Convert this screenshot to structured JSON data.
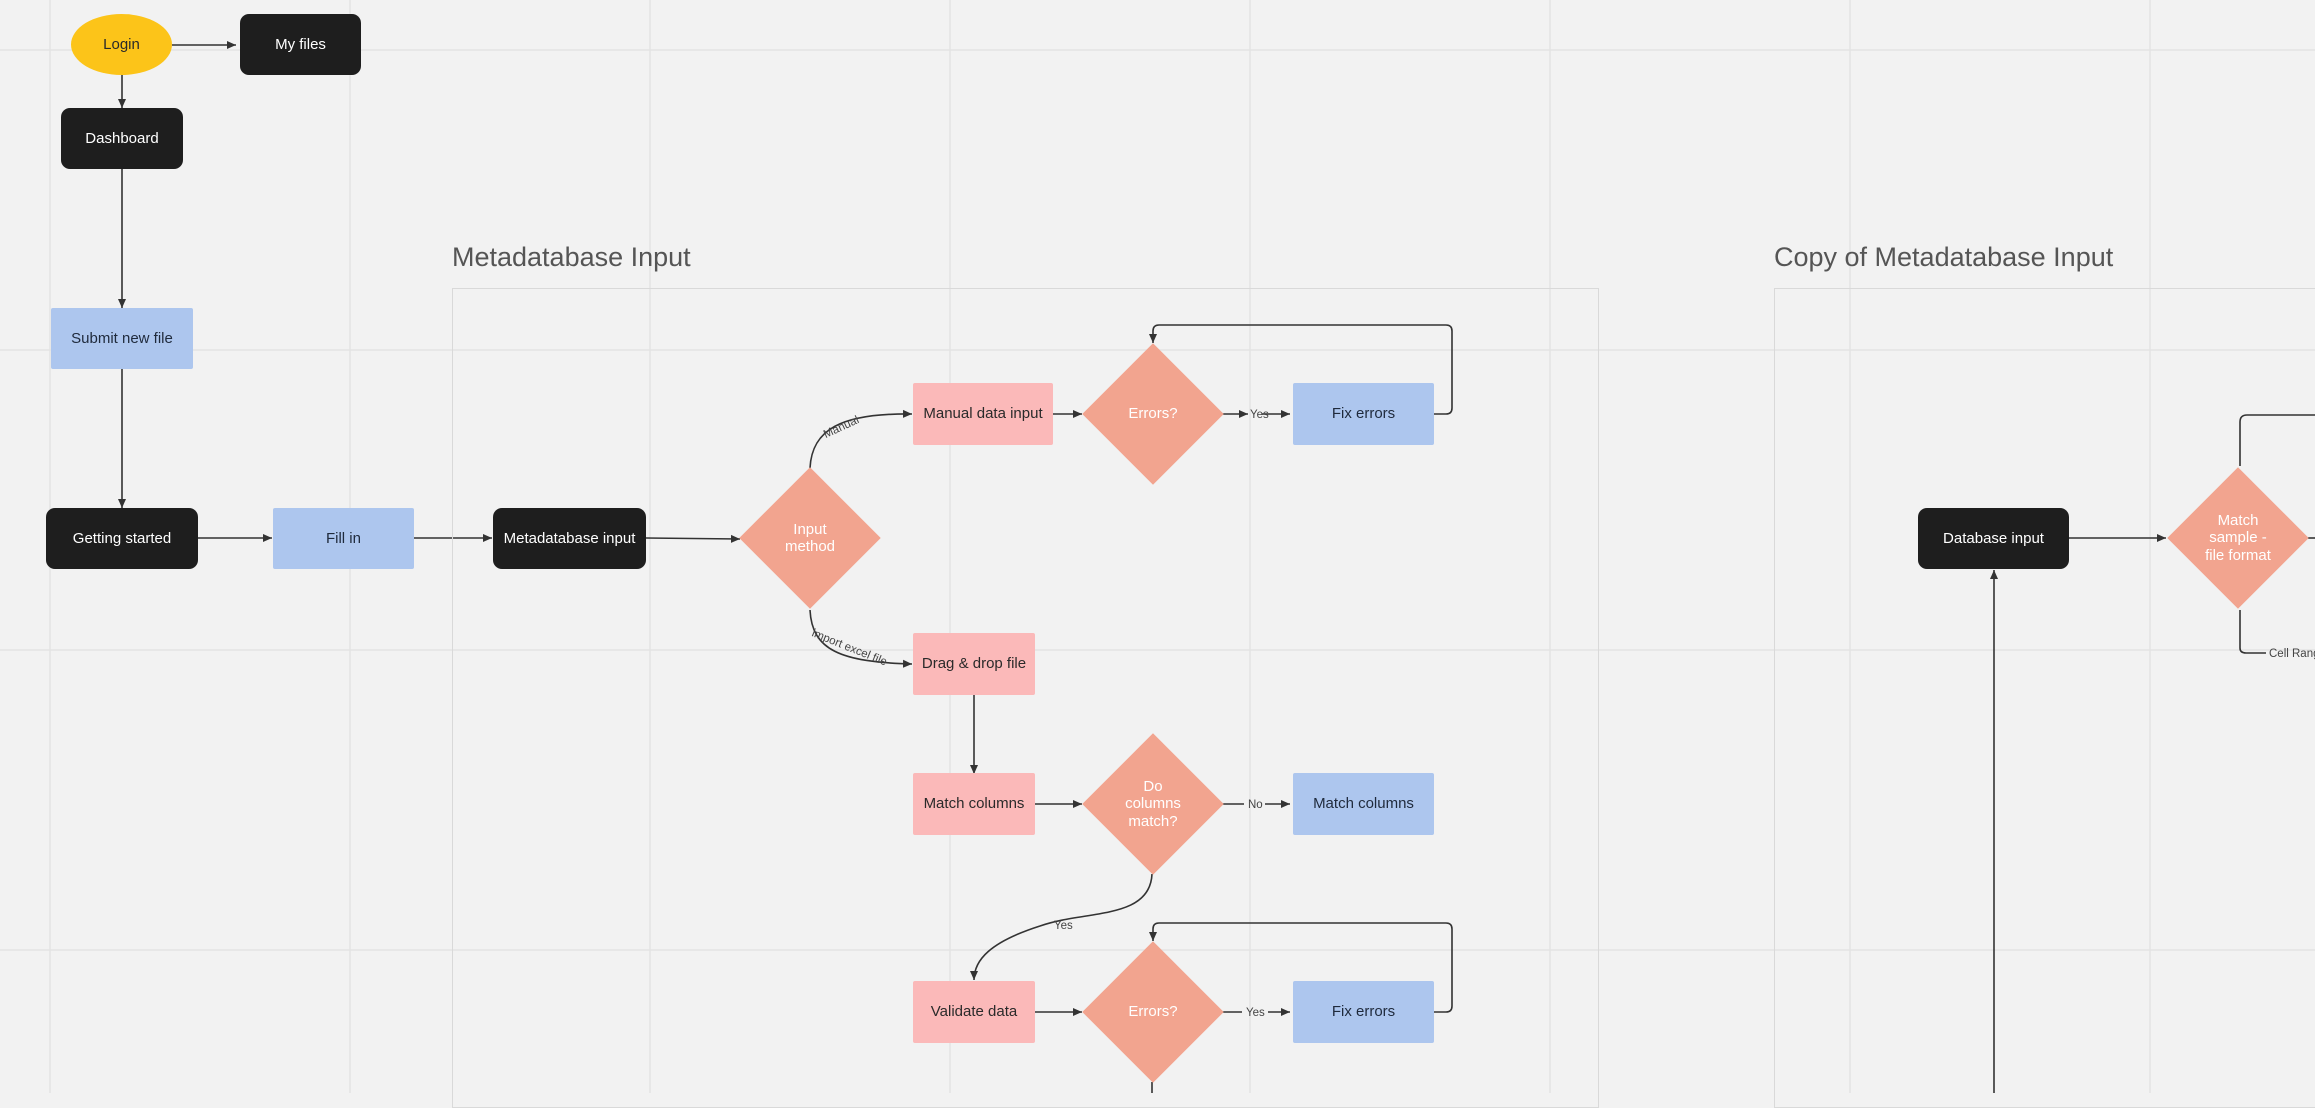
{
  "frames": {
    "metadatabase_title": "Metadatabase Input",
    "copy_title": "Copy of Metadatabase Input"
  },
  "nodes": {
    "login": "Login",
    "my_files": "My files",
    "dashboard": "Dashboard",
    "submit_new_file": "Submit new file",
    "getting_started": "Getting started",
    "fill_in": "Fill in",
    "metadatabase_input": "Metadatabase input",
    "input_method": "Input\nmethod",
    "manual_data_input": "Manual data input",
    "errors_1": "Errors?",
    "fix_errors_1": "Fix errors",
    "drag_drop_file": "Drag & drop file",
    "match_columns_left": "Match columns",
    "do_columns_match": "Do\ncolumns\nmatch?",
    "match_columns_right": "Match columns",
    "validate_data": "Validate data",
    "errors_2": "Errors?",
    "fix_errors_2": "Fix errors",
    "database_input": "Database input",
    "match_sample_format": "Match\nsample -\nfile format"
  },
  "edge_labels": {
    "manual": "Manual",
    "import_excel": "import excel file",
    "yes_1": "Yes",
    "no": "No",
    "yes_match": "Yes",
    "yes_2": "Yes",
    "cell_range": "Cell Rang"
  },
  "colors": {
    "background": "#f2f2f2",
    "dark_node": "#1e1e1e",
    "blue_node": "#adc6ee",
    "pink_node": "#fbb9b9",
    "diamond": "#f2a48f",
    "oval": "#fcc419",
    "connector": "#333333"
  }
}
